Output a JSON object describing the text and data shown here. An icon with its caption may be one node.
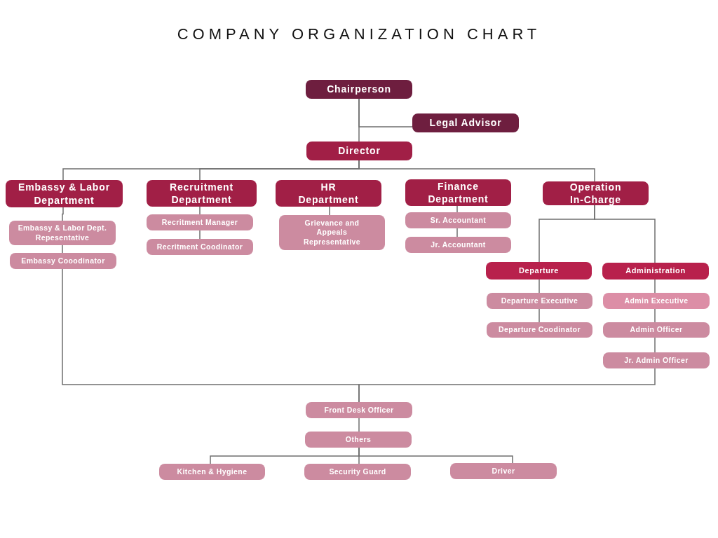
{
  "diagram": {
    "title": "COMPANY ORGANIZATION CHART",
    "nodes": [
      {
        "text": [
          "Chairperson"
        ]
      },
      {
        "text": [
          "Legal Advisor"
        ]
      },
      {
        "text": [
          "Director"
        ]
      },
      {
        "text": [
          "Embassy & Labor Department"
        ]
      },
      {
        "text": [
          "Recruitment Department"
        ]
      },
      {
        "text": [
          "HR Department"
        ]
      },
      {
        "text": [
          "Finance Department"
        ]
      },
      {
        "text": [
          "Operation In-Charge"
        ]
      },
      {
        "text": [
          "Embassy & Labor Dept. Repesentative"
        ]
      },
      {
        "text": [
          "Embassy Cooodinator"
        ]
      },
      {
        "text": [
          "Recritment Manager"
        ]
      },
      {
        "text": [
          "Recritment Coodinator"
        ]
      },
      {
        "text": [
          "Grievance and Appeals Representative"
        ]
      },
      {
        "text": [
          "Sr. Accountant"
        ]
      },
      {
        "text": [
          "Jr. Accountant"
        ]
      },
      {
        "text": [
          "Departure"
        ]
      },
      {
        "text": [
          "Administration"
        ]
      },
      {
        "text": [
          "Departure Executive"
        ]
      },
      {
        "text": [
          "Departure Coodinator"
        ]
      },
      {
        "text": [
          "Admin Executive"
        ]
      },
      {
        "text": [
          "Admin Officer"
        ]
      },
      {
        "text": [
          "Jr. Admin Officer"
        ]
      },
      {
        "text": [
          "Front Desk Officer"
        ]
      },
      {
        "text": [
          "Others"
        ]
      },
      {
        "text": [
          "Kitchen & Hygiene"
        ]
      },
      {
        "text": [
          "Security Guard"
        ]
      },
      {
        "text": [
          "Driver"
        ]
      }
    ],
    "edges": [
      {
        "from": 0,
        "to": 2,
        "arrow": "none"
      },
      {
        "from": 0,
        "to": 1,
        "arrow": "none"
      },
      {
        "from": 2,
        "to": 3,
        "arrow": "none"
      },
      {
        "from": 2,
        "to": 4,
        "arrow": "none"
      },
      {
        "from": 2,
        "to": 7,
        "arrow": "none"
      },
      {
        "from": 3,
        "to": 8,
        "arrow": "none"
      },
      {
        "from": 8,
        "to": 9,
        "arrow": "none"
      },
      {
        "from": 4,
        "to": 10,
        "arrow": "none"
      },
      {
        "from": 10,
        "to": 11,
        "arrow": "none"
      },
      {
        "from": 5,
        "to": 12,
        "arrow": "none"
      },
      {
        "from": 6,
        "to": 13,
        "arrow": "none"
      },
      {
        "from": 13,
        "to": 14,
        "arrow": "none"
      },
      {
        "from": 7,
        "to": 15,
        "arrow": "none"
      },
      {
        "from": 7,
        "to": 16,
        "arrow": "none"
      },
      {
        "from": 15,
        "to": 17,
        "arrow": "none"
      },
      {
        "from": 17,
        "to": 18,
        "arrow": "none"
      },
      {
        "from": 16,
        "to": 19,
        "arrow": "none"
      },
      {
        "from": 19,
        "to": 20,
        "arrow": "none"
      },
      {
        "from": 20,
        "to": 21,
        "arrow": "none"
      },
      {
        "from": 9,
        "to": 22,
        "arrow": "none"
      },
      {
        "from": 21,
        "to": 22,
        "arrow": "none"
      },
      {
        "from": 22,
        "to": 23,
        "arrow": "none"
      },
      {
        "from": 23,
        "to": 24,
        "arrow": "none"
      },
      {
        "from": 23,
        "to": 25,
        "arrow": "none"
      },
      {
        "from": 23,
        "to": 26,
        "arrow": "none"
      }
    ]
  }
}
